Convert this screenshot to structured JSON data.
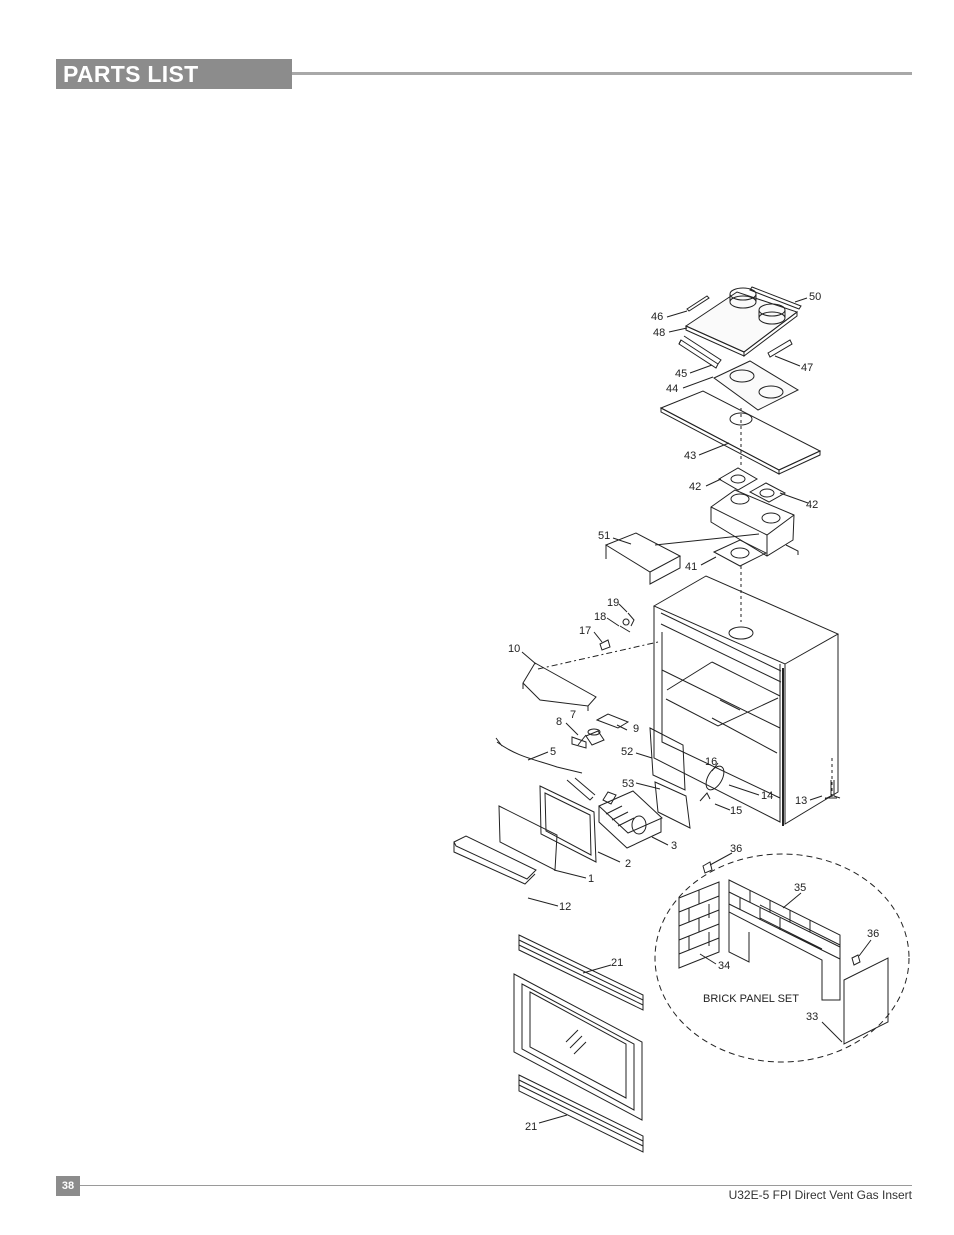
{
  "header": {
    "title": "PARTS LIST"
  },
  "diagram": {
    "callouts": {
      "c46": "46",
      "c48": "48",
      "c50": "50",
      "c45": "45",
      "c44": "44",
      "c47": "47",
      "c43": "43",
      "c42a": "42",
      "c42b": "42",
      "c51": "51",
      "c41": "41",
      "c19": "19",
      "c18": "18",
      "c17": "17",
      "c10": "10",
      "c7": "7",
      "c8": "8",
      "c9": "9",
      "c5": "5",
      "c52": "52",
      "c16": "16",
      "c14": "14",
      "c13": "13",
      "c53": "53",
      "c15": "15",
      "c3": "3",
      "c2": "2",
      "c1": "1",
      "c12": "12",
      "c21a": "21",
      "c21b": "21",
      "c36a": "36",
      "c36b": "36",
      "c35": "35",
      "c34": "34",
      "c33": "33"
    },
    "brick_panel_label": "BRICK PANEL SET"
  },
  "footer": {
    "page_number": "38",
    "document_title": "U32E-5 FPI Direct Vent Gas Insert"
  }
}
